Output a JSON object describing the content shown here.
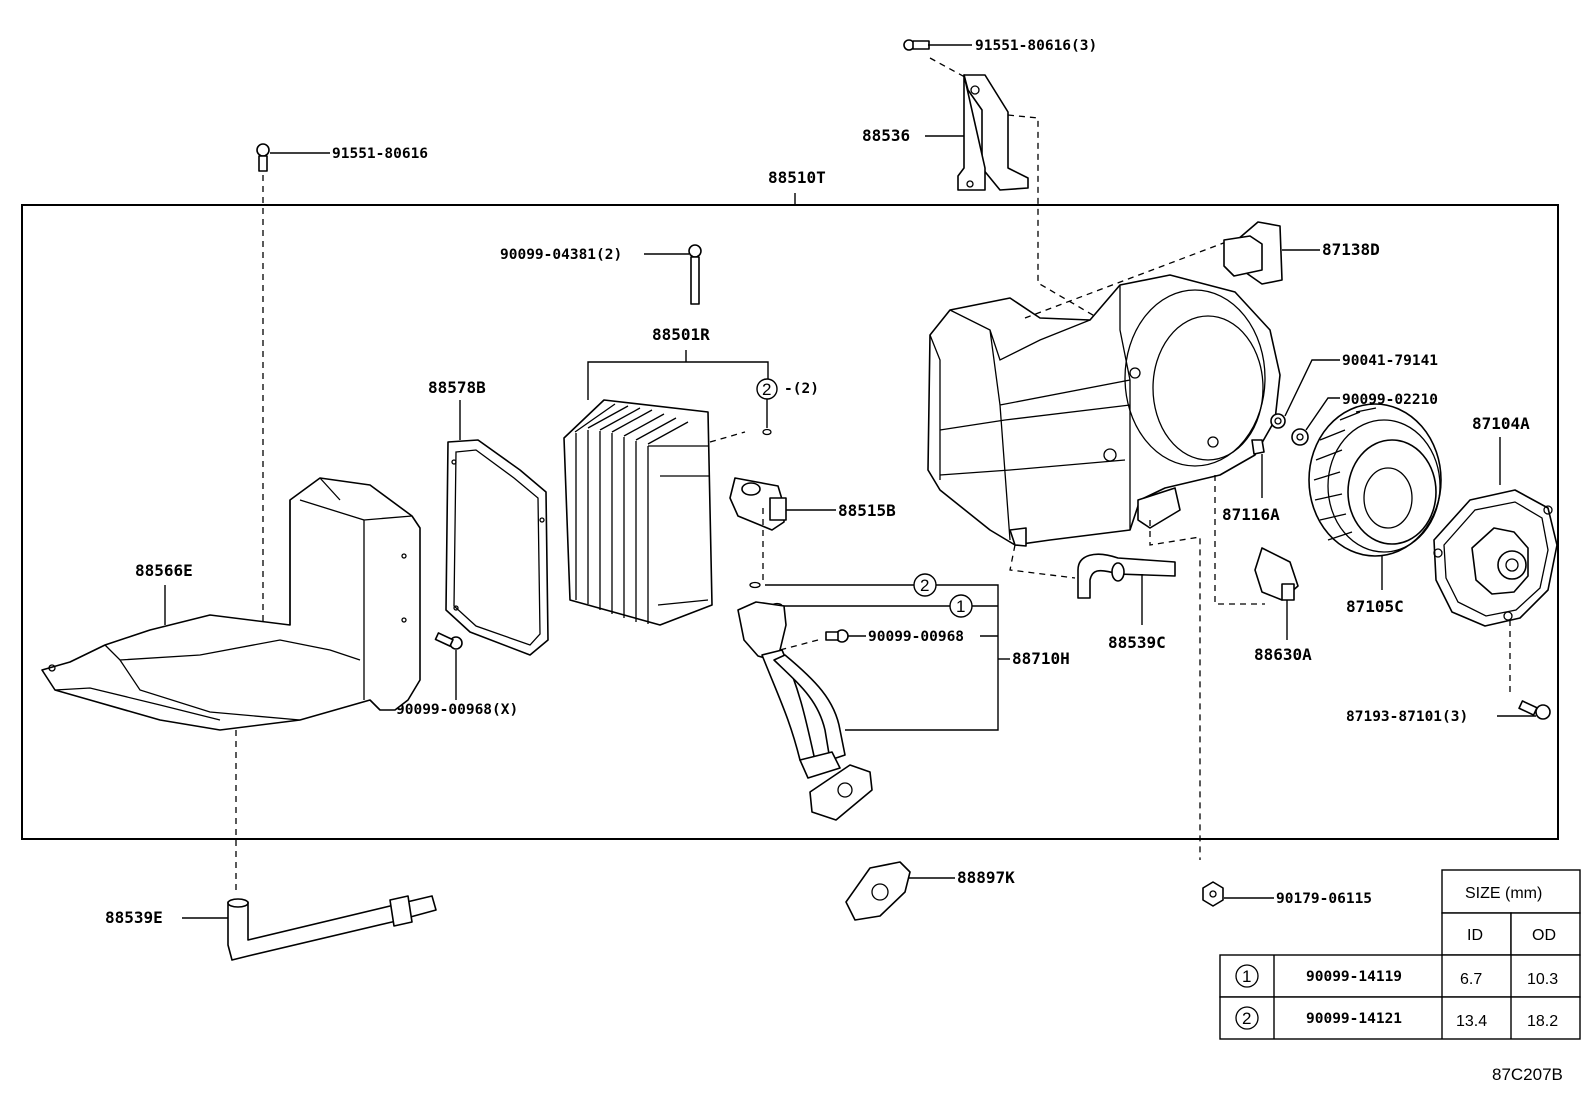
{
  "diagram": {
    "code": "87C207B",
    "assembly_label": "88510T",
    "labels": {
      "bolt_top_right": "91551-80616(3)",
      "bracket": "88536",
      "bolt_top_left": "91551-80616",
      "bolt_long": "90099-04381(2)",
      "evaporator": "88501R",
      "oring_note": "-(2)",
      "seal_plate": "88578B",
      "case_lower": "88566E",
      "expansion_valve": "88515B",
      "screw_case": "90099-00968(X)",
      "screw_tube": "90099-00968",
      "tube_assy": "88710H",
      "resistor": "87138D",
      "nut": "90041-79141",
      "washer": "90099-02210",
      "motor": "87104A",
      "clamp": "87116A",
      "fan": "87105C",
      "drain_hose_right": "88539C",
      "relay": "88630A",
      "screw_motor": "87193-87101(3)",
      "grommet": "88897K",
      "nut_bottom": "90179-06115",
      "drain_hose_left": "88539E",
      "callout_1": "1",
      "callout_2": "2"
    }
  },
  "size_table": {
    "title": "SIZE (mm)",
    "columns": [
      "ID",
      "OD"
    ],
    "rows": [
      {
        "symbol": "1",
        "part": "90099-14119",
        "id": "6.7",
        "od": "10.3"
      },
      {
        "symbol": "2",
        "part": "90099-14121",
        "id": "13.4",
        "od": "18.2"
      }
    ]
  }
}
